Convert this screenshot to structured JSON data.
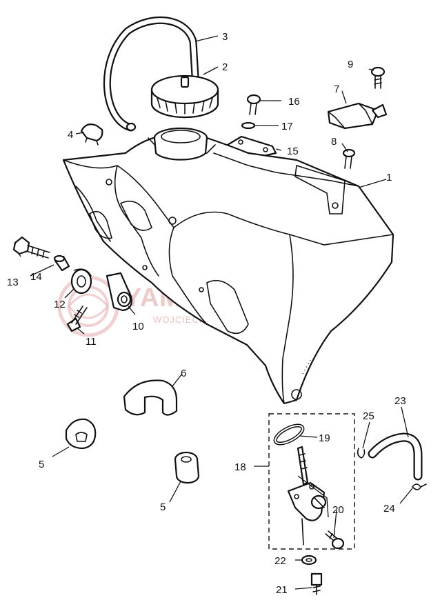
{
  "watermark": {
    "brand": "YAMA-SKLEP.PL",
    "tagline": "WOJCIECHOWICZ | DEALER YAMAHA"
  },
  "callouts": {
    "c1": "1",
    "c2": "2",
    "c3": "3",
    "c4": "4",
    "c5a": "5",
    "c5b": "5",
    "c6": "6",
    "c7": "7",
    "c8": "8",
    "c9": "9",
    "c10": "10",
    "c11": "11",
    "c12": "12",
    "c13": "13",
    "c14": "14",
    "c15": "15",
    "c16": "16",
    "c17": "17",
    "c18": "18",
    "c19": "19",
    "c20": "20",
    "c21": "21",
    "c22": "22",
    "c23": "23",
    "c24": "24",
    "c25": "25"
  },
  "colors": {
    "line": "#111111",
    "watermark": "#e8b9b9",
    "background": "#ffffff"
  }
}
